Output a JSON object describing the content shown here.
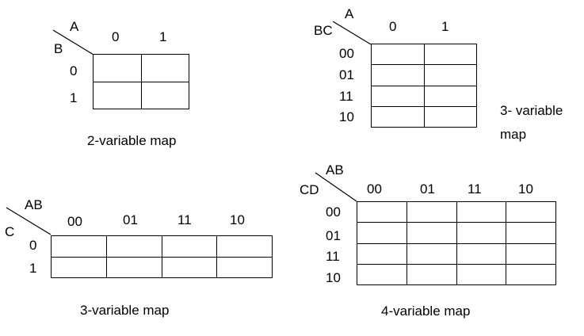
{
  "map2": {
    "row_var": "B",
    "col_var": "A",
    "cols": [
      "0",
      "1"
    ],
    "rows": [
      "0",
      "1"
    ],
    "caption": "2-variable map"
  },
  "map3v": {
    "row_var": "BC",
    "col_var": "A",
    "cols": [
      "0",
      "1"
    ],
    "rows": [
      "00",
      "01",
      "11",
      "10"
    ],
    "caption_line1": "3- variable",
    "caption_line2": "map"
  },
  "map3h": {
    "row_var": "C",
    "col_var": "AB",
    "cols": [
      "00",
      "01",
      "11",
      "10"
    ],
    "rows": [
      "0",
      "1"
    ],
    "caption": "3-variable map"
  },
  "map4": {
    "row_var": "CD",
    "col_var": "AB",
    "cols": [
      "00",
      "01",
      "11",
      "10"
    ],
    "rows": [
      "00",
      "01",
      "11",
      "10"
    ],
    "caption": "4-variable map"
  }
}
